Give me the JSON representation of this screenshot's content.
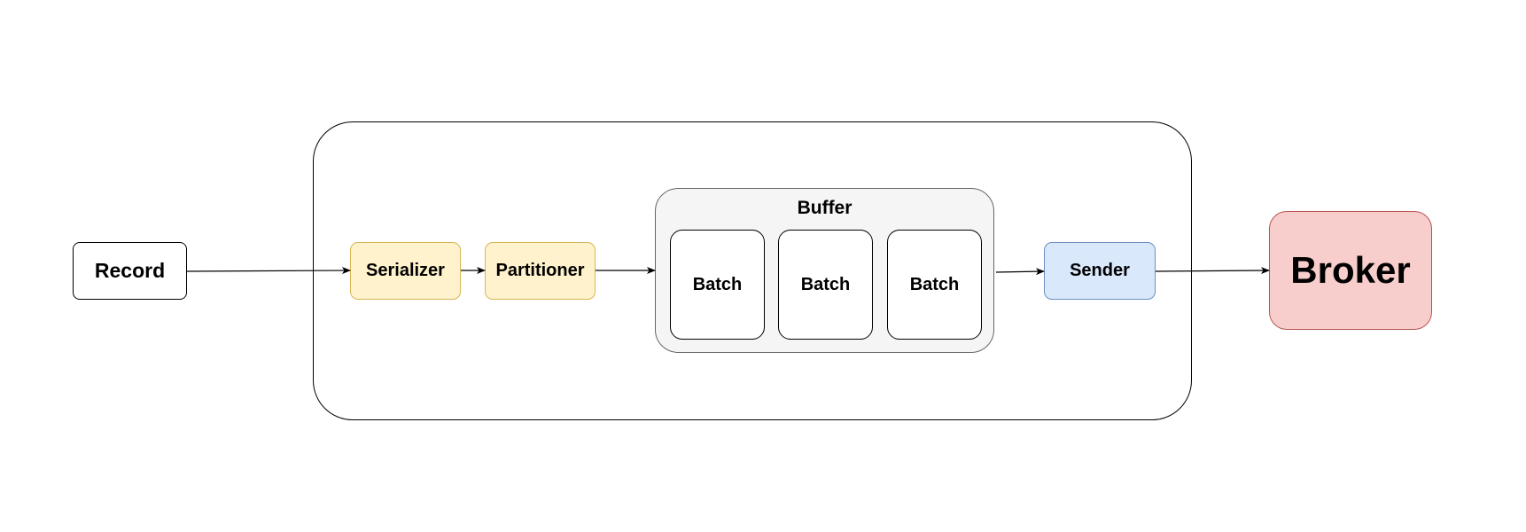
{
  "nodes": {
    "record": "Record",
    "serializer": "Serializer",
    "partitioner": "Partitioner",
    "buffer": {
      "title": "Buffer",
      "batches": [
        "Batch",
        "Batch",
        "Batch"
      ]
    },
    "sender": "Sender",
    "broker": "Broker"
  },
  "colors": {
    "serializer_fill": "#fff2cc",
    "partitioner_fill": "#fff2cc",
    "buffer_fill": "#f5f5f5",
    "sender_fill": "#dae8fc",
    "broker_fill": "#f8cecc"
  }
}
